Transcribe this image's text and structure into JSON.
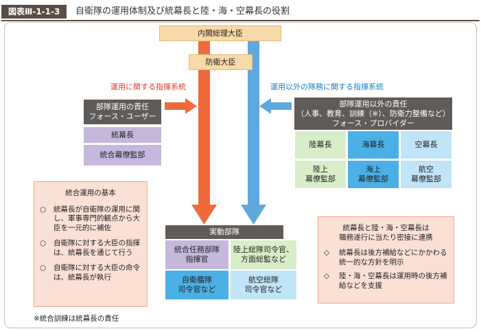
{
  "header": {
    "fig_label": "図表Ⅲ-1-1-3",
    "title": "自衛隊の運用体制及び統幕長と陸・海・空幕長の役割"
  },
  "top": {
    "prime_minister": "内閣総理大臣",
    "defense_minister": "防衛大臣"
  },
  "chains": {
    "operation_label": "運用に関する指揮系統",
    "other_label": "運用以外の隊務に関する指揮系統"
  },
  "force_user": {
    "heading": "部隊運用の責任\nフォース・ユーザー",
    "chief": "統幕長",
    "staff_office": "統合幕僚監部"
  },
  "force_provider": {
    "heading": "部隊運用以外の責任\n（人事、教育、訓練（※）、防衛力整備など）\nフォース・プロバイダー",
    "gsdf_chief": "陸幕長",
    "msdf_chief": "海幕長",
    "asdf_chief": "空幕長",
    "gsdf_staff": "陸上\n幕僚監部",
    "msdf_staff": "海上\n幕僚監部",
    "asdf_staff": "航空\n幕僚監部"
  },
  "units": {
    "heading": "実動部隊",
    "joint_task_force": "統合任務部隊\n指揮官",
    "ground_army": "陸上総隊司令官、\n方面総監など",
    "self_defense_fleet": "自衛艦隊\n司令官など",
    "air_defense_command": "航空総隊\n司令官など"
  },
  "note_left": {
    "title": "統合運用の基本",
    "bullet": "○",
    "items": [
      "統幕長が自衛隊の運用に関し、軍事専門的観点から大臣を一元的に補佐",
      "自衛隊に対する大臣の指揮は、統幕長を通じて行う",
      "自衛隊に対する大臣の命令は、統幕長が執行"
    ]
  },
  "note_right": {
    "title": "統幕長と陸・海・空幕長は\n職務遂行に当たり密接に連携",
    "bullet": "◇",
    "items": [
      "統幕長は後方補給などにかかわる統一的な方針を明示",
      "陸・海・空幕長は運用時の後方補給などを支援"
    ]
  },
  "footnote": "※統合訓練は統幕長の責任",
  "colors": {
    "operation_chain": "#ee6a3c",
    "other_chain": "#5ea8dc",
    "header_gray": "#5e5b59",
    "purple": "#c5b8dc",
    "green": "#d8eec9",
    "blue": "#4ab0e6",
    "light_blue": "#c0e4f8",
    "orange_box": "#f8d9a8",
    "pink_note": "#fbe0d6"
  }
}
